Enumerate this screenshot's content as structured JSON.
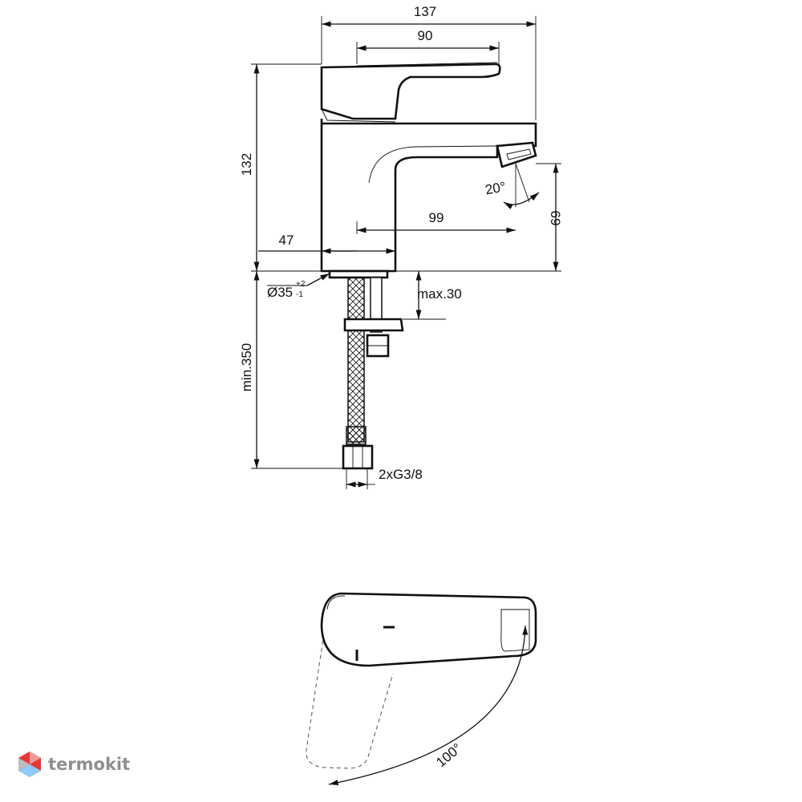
{
  "dimensions": {
    "width_total": "137",
    "width_handle": "90",
    "height_total": "132",
    "spout_reach": "99",
    "base_depth": "47",
    "spout_height": "69",
    "angle_spout": "20°",
    "hole_diameter": "Ø35",
    "hole_tol_plus": "+2",
    "hole_tol_minus": "-1",
    "max_deck": "max.30",
    "min_hose": "min.350",
    "connection": "2xG3/8",
    "rotation_angle": "100°"
  },
  "watermark": {
    "text": "termokit",
    "icon": "hexagon-logo-icon",
    "colors": [
      "#e53935",
      "#64b5f6",
      "#9e9e9e"
    ]
  }
}
